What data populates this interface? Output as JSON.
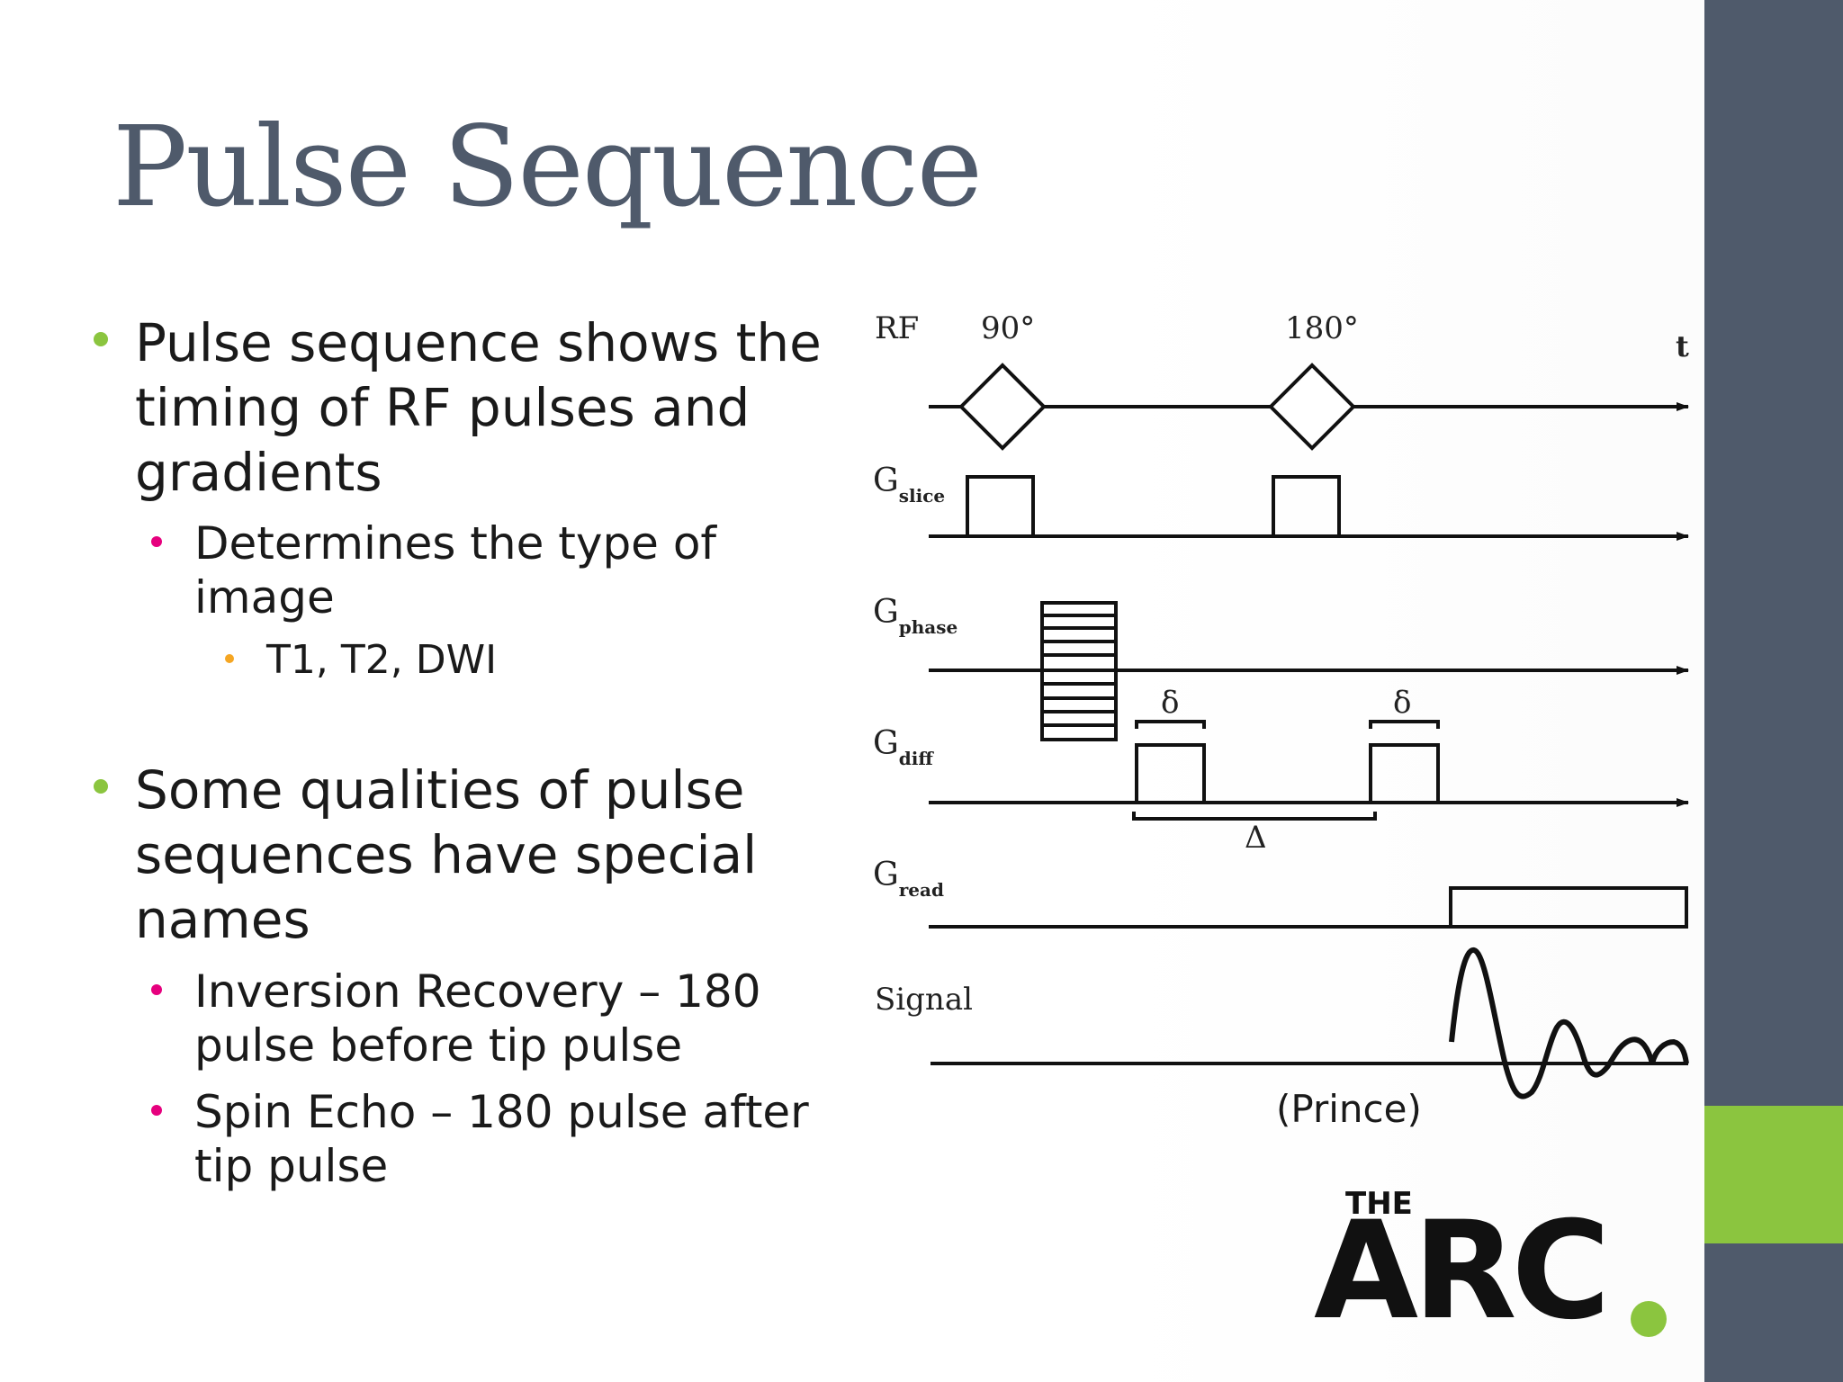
{
  "slide": {
    "title": "Pulse Sequence",
    "colors": {
      "title": "#4f5a6b",
      "sidebar": "#4f5a6b",
      "accent": "#8bc53f",
      "bullet_l1": "#8bc53f",
      "bullet_l2": "#e6007e",
      "bullet_l3": "#f5a623"
    }
  },
  "bullets": [
    {
      "level": 1,
      "lines": [
        "Pulse sequence shows the",
        "timing of RF pulses and",
        "gradients"
      ]
    },
    {
      "level": 2,
      "lines": [
        "Determines the type of",
        "image"
      ]
    },
    {
      "level": 3,
      "lines": [
        "T1, T2, DWI"
      ]
    },
    {
      "level": 1,
      "lines": [
        "Some qualities of pulse",
        "sequences have special",
        "names"
      ]
    },
    {
      "level": 2,
      "lines": [
        "Inversion Recovery – 180",
        "pulse before tip pulse"
      ]
    },
    {
      "level": 2,
      "lines": [
        "Spin Echo – 180 pulse after",
        "tip pulse"
      ]
    }
  ],
  "diagram": {
    "rows": {
      "rf": {
        "label": "RF"
      },
      "slice": {
        "label": "G",
        "sub": "slice"
      },
      "phase": {
        "label": "G",
        "sub": "phase"
      },
      "diff": {
        "label": "G",
        "sub": "diff"
      },
      "read": {
        "label": "G",
        "sub": "read"
      },
      "signal": {
        "label": "Signal"
      }
    },
    "pulse_90": "90°",
    "pulse_180": "180°",
    "time_label": "t",
    "delta_small": "δ",
    "delta_big": "Δ"
  },
  "citation": "(Prince)",
  "logo": {
    "the": "THE",
    "arc": "ARC"
  }
}
